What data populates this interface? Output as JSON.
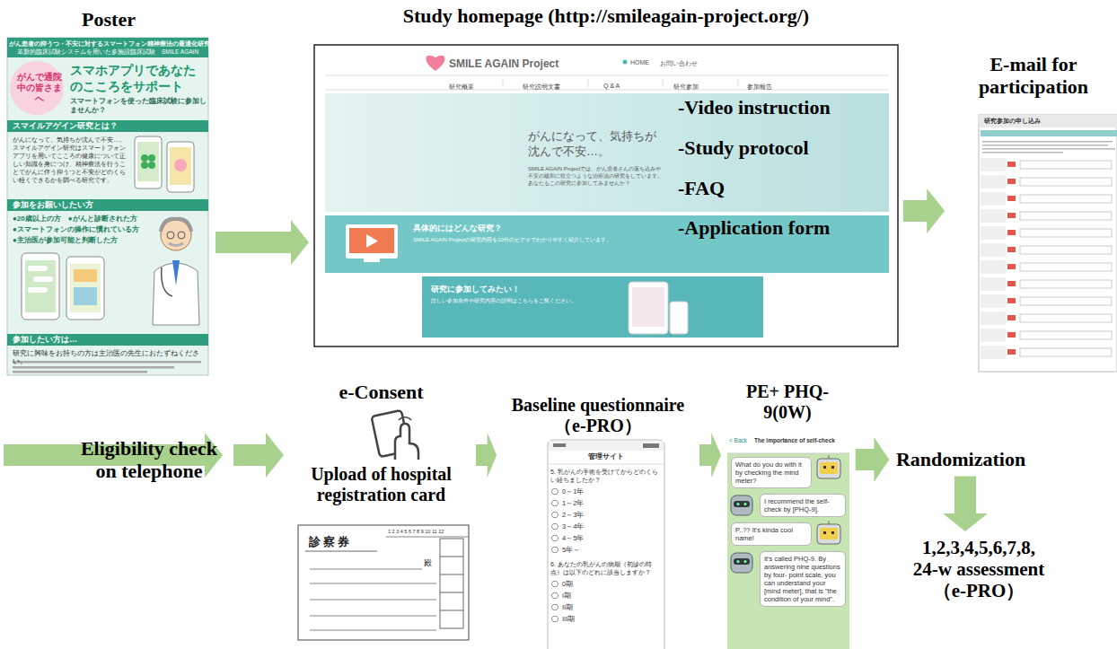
{
  "diagram": {
    "nodes": [
      {
        "text": [
          "Poster",
          "がん患者の抑うつ・不安に対するスマートフォン精神療法の最適化研究",
          "革新的臨床試験システムを用いた多施設臨床試験　SMILE AGAIN",
          "がんで通院中の皆さまへ",
          "スマホアプリであなたのこころをサポート",
          "スマートフォンを使った臨床試験に参加しませんか？",
          "スマイルアゲイン研究とは？",
          "がんになって、気持ちが沈んで不安…。スマイルアゲイン研究はスマートフォンアプリを用いてこころの健康について正しい知識を身につけ、精神療法を行うことでがんに伴う抑うつと不安がどのくらい軽くできるかを調べる研究です。",
          "参加をお願いしたい方",
          "●20歳以上の方　●がんと診断された方",
          "●スマートフォンの操作に慣れている方",
          "●主治医が参加可能と判断した方",
          "参加したい方は…",
          "研究に興味をお持ちの方は主治医の先生におたずねください。"
        ]
      },
      {
        "text": [
          "Study homepage (http://smileagain-project.org/)",
          "-Video instruction",
          "-Study protocol",
          "-FAQ",
          "-Application form",
          "SMILE AGAIN Project",
          "HOME",
          "お問い合わせ",
          "研究概要",
          "研究説明文書",
          "Q & A",
          "研究参加",
          "参加報告",
          "がんになって、気持ちが沈んで不安…。",
          "SMILE AGAIN Projectでは、がん患者さんの落ち込みや不安の緩和に役立つような治療法の研究をしています。あなたもこの研究に参加してみませんか？",
          "具体的にはどんな研究？",
          "SMILE AGAIN Projectの研究内容を10分のビデオでわかりやすく紹介しています。",
          "研究に参加してみたい！",
          "詳しい参加条件や研究内容の説明はこちらをご覧ください。"
        ]
      },
      {
        "text": [
          "E-mail for participation",
          "研究参加の申し込み"
        ]
      },
      {
        "text": [
          "Eligibility check on telephone"
        ]
      },
      {
        "text": [
          "e-Consent",
          "Upload of hospital registration card",
          "診察券",
          "1 2 3 4 5 6 7 8 9 10 11 12",
          "殿"
        ]
      },
      {
        "text": [
          "Baseline questionnaire（e-PRO）",
          "管理サイト",
          "5. 乳がんの手術を受けてからどのくらい経ちましたか？",
          "0～1年",
          "1～2年",
          "2～3年",
          "3～4年",
          "4～5年",
          "5年～",
          "6. あなたの乳がんの病期（初診の時点）は以下のどれに該当しますか？",
          "0期",
          "I期",
          "II期",
          "III期"
        ]
      },
      {
        "text": [
          "PE+ PHQ-9(0W)",
          "The importance of self-check",
          "< Back"
        ]
      },
      {
        "text": [
          "What do you do with it by checking the mind meter?"
        ],
        "in": 6
      },
      {
        "text": [
          "I recommend the self-check by [PHQ-9]."
        ],
        "in": 6
      },
      {
        "text": [
          "P..?? It's kinda cool name!"
        ],
        "in": 6
      },
      {
        "text": [
          "It's called PHQ-9. By answering nine questions by four- point scale, you can understand your [mind meter], that is \"the condition of your mind\"."
        ],
        "in": 6
      },
      {
        "text": [
          "Randomization"
        ]
      },
      {
        "text": [
          "1,2,3,4,5,6,7,8, 24-w assessment （e-PRO）"
        ]
      }
    ],
    "edges": [
      {
        "from": 0,
        "to": 1,
        "arrow": "to"
      },
      {
        "from": 1,
        "to": 2,
        "arrow": "to"
      },
      {
        "from": 2,
        "to": 3,
        "arrow": "to"
      },
      {
        "from": 3,
        "to": 4,
        "arrow": "to"
      },
      {
        "from": 4,
        "to": 5,
        "arrow": "to"
      },
      {
        "from": 5,
        "to": 6,
        "arrow": "to"
      },
      {
        "from": 6,
        "to": 11,
        "arrow": "to"
      },
      {
        "from": 11,
        "to": 12,
        "arrow": "to"
      }
    ]
  }
}
